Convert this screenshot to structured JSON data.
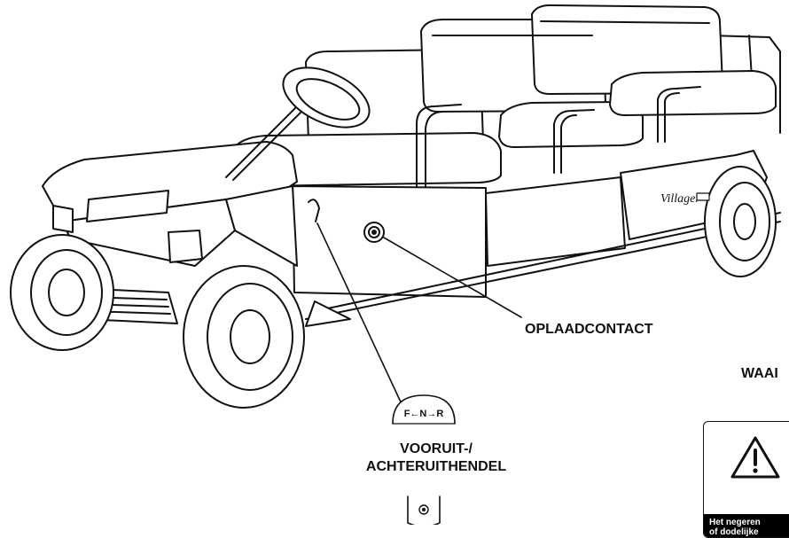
{
  "labels": {
    "charge_receptacle": "OPLAADCONTACT",
    "lever_line1": "VOORUIT-/",
    "lever_line2": "ACHTERUITHENDEL",
    "warning_partial": "WAAI",
    "shifter_symbol": "F←N→R",
    "warning_strip_line1": "Het negeren",
    "warning_strip_line2": "of dodelijke",
    "vehicle_logo": "Villager"
  },
  "icons": {
    "warning": "warning-triangle-icon",
    "charge": "charge-receptacle-icon",
    "shifter": "shifter-knob-icon"
  },
  "colors": {
    "line": "#111111",
    "background": "#ffffff"
  }
}
